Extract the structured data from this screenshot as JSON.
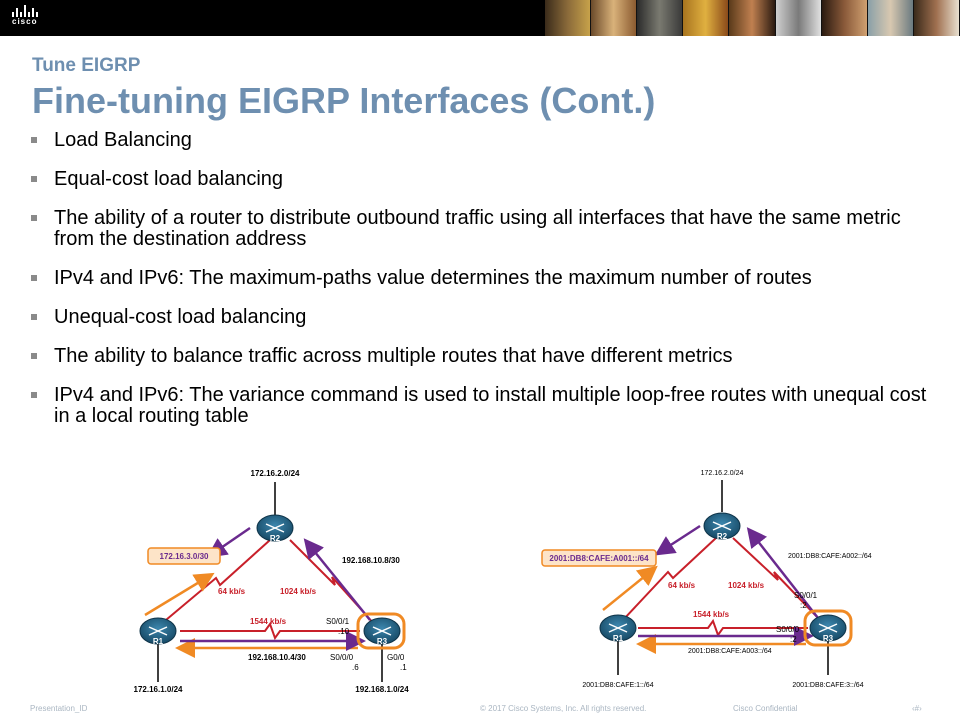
{
  "header": {
    "logo_text": "cisco"
  },
  "slide": {
    "pre_title": "Tune EIGRP",
    "title": "Fine-tuning EIGRP Interfaces (Cont.)",
    "bullets": [
      "Load Balancing",
      "Equal-cost load balancing",
      "The ability of a router to distribute outbound traffic using all interfaces that have the same metric from the destination address",
      "IPv4 and IPv6: The maximum-paths value determines the maximum number of routes",
      "Unequal-cost load balancing",
      "The ability to balance traffic across multiple routes that have different metrics",
      "IPv4 and IPv6: The variance command is used to install multiple loop-free routes with unequal cost in a local routing table"
    ]
  },
  "diagram_ipv4": {
    "top_net": "172.16.2.0/24",
    "left_net": "172.16.1.0/24",
    "right_net": "192.168.1.0/24",
    "dest_box": "172.16.3.0/30",
    "r2_r3_link": "192.168.10.8/30",
    "r1_r3_link": "192.168.10.4/30",
    "bw_r1_r2": "64 kb/s",
    "bw_r2_r3": "1024 kb/s",
    "bw_r1_r3": "1544 kb/s",
    "if_s001": "S0/0/1",
    "if_s001_addr": ".10",
    "if_s000": "S0/0/0",
    "if_s000_addr": ".6",
    "if_g00": "G0/0",
    "if_g00_addr": ".1",
    "r1": "R1",
    "r2": "R2",
    "r3": "R3"
  },
  "diagram_ipv6": {
    "top_net": "172.16.2.0/24",
    "left_net": "2001:DB8:CAFE:1::/64",
    "right_net": "2001:DB8:CAFE:3::/64",
    "dest_box": "2001:DB8:CAFE:A001::/64",
    "r2_r3_link": "2001:DB8:CAFE:A002::/64",
    "r1_r3_link": "2001:DB8:CAFE:A003::/64",
    "bw_r1_r2": "64 kb/s",
    "bw_r2_r3": "1024 kb/s",
    "bw_r1_r3": "1544 kb/s",
    "if_s001": "S0/0/1",
    "if_s001_addr": ":2",
    "if_s000": "S0/0/0",
    "if_s000_addr": ":2",
    "r1": "R1",
    "r2": "R2",
    "r3": "R3"
  },
  "footer": {
    "presentation_id": "Presentation_ID",
    "copyright": "© 2017 Cisco Systems, Inc. All rights reserved.",
    "confidential": "Cisco Confidential",
    "page_number": "‹#›"
  },
  "colors": {
    "title": "#6e8fb0",
    "router": "#1f5a7a",
    "orange": "#f08a24",
    "purple": "#6a2a8e",
    "red_link": "#c8202a",
    "label_red": "#c8202a"
  }
}
